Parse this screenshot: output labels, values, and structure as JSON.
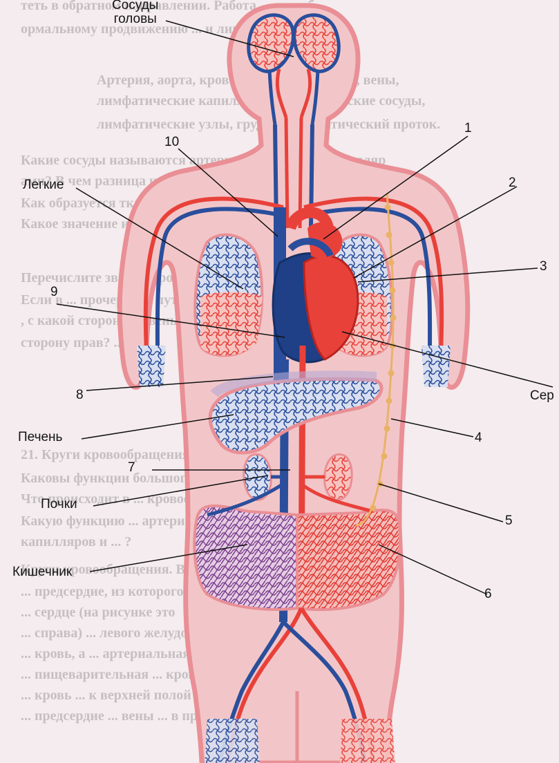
{
  "diagram": {
    "labels": {
      "head_vessels": "Сосуды\nголовы",
      "lungs": "Легкие",
      "liver": "Печень",
      "kidneys": "Почки",
      "intestine": "Кишечник",
      "heart": "Сер",
      "n1": "1",
      "n2": "2",
      "n3": "3",
      "n4": "4",
      "n5": "5",
      "n6": "6",
      "n7": "7",
      "n8": "8",
      "n9": "9",
      "n10": "10"
    },
    "colors": {
      "artery": "#e8413a",
      "vein": "#2a4e9c",
      "body_fill": "#f2c6c8",
      "body_outline": "#e98f95",
      "lymph": "#e9b266",
      "capillary_mix": "#8a4c96"
    }
  },
  "background_page": {
    "lines": [
      "теть в обратном направлении. Работа ... способ",
      "ормальному продвижению ... и лимфы.",
      "Артерия, аорта, кровеносные капилляры, вены,",
      "лимфатические капилляры, лимфатические сосуды,",
      "лимфатические узлы, грудной лимфатический проток.",
      "Какие сосуды называются артериями, венами и капилляр",
      "ами? В чем разница их строения?",
      "Как образуется тканевая жидкость и лимфа?",
      "Какое значение имеют лимфатические узлы?",
      "Перечислите звенья кровеносной и лимфатической системы",
      "Если в ... прочертить путь кро",
      ", с какой стороны ... вены плеча или о",
      "сторону прав? ...",
      "21. Круги кровообращения",
      "Каковы функции большого круга кровообращения?",
      "Что происходит в ... кровообращения?",
      "Какую функцию ... артериальные",
      "капилляров и ... ?",
      "Круги кровообращения. В кровеносной системе человека раз",
      "... предсердие, из которого кровь поступает в левый же",
      "... сердце (на рисунке это",
      "... справа) ... левого желудочка, артериальная",
      "... кровь, а ... артериальная по облост",
      "... пищеварительная ... кровь. Из капилляров сера",
      "... кровь ... к верхней полой вене ... правое",
      "... предсердие ... вены ... в правое предсердие"
    ]
  }
}
